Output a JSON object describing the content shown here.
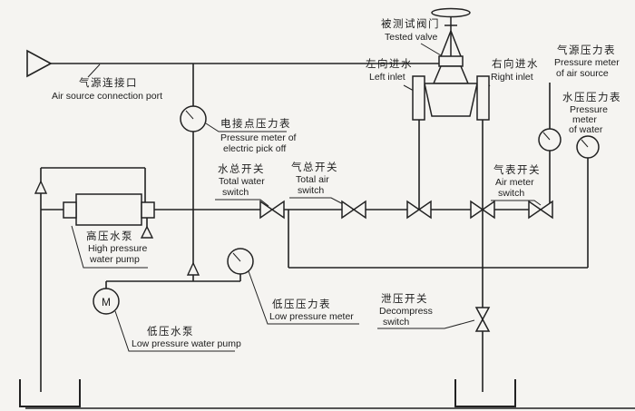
{
  "colors": {
    "line": "#222222",
    "background": "#f5f4f1"
  },
  "labels": {
    "air_source_connection": {
      "cn": "气源连接口",
      "en": "Air source connection port"
    },
    "electric_pickoff_gauge": {
      "cn": "电接点压力表",
      "en_line1": "Pressure meter of",
      "en_line2": "electric pick off"
    },
    "total_water_switch": {
      "cn": "水总开关",
      "en_line1": "Total water",
      "en_line2": "switch"
    },
    "total_air_switch": {
      "cn": "气总开关",
      "en_line1": "Total air",
      "en_line2": "switch"
    },
    "tested_valve": {
      "cn": "被测试阀门",
      "en": "Tested valve"
    },
    "left_inlet": {
      "cn": "左向进水",
      "en": "Left inlet"
    },
    "right_inlet": {
      "cn": "右向进水",
      "en": "Right inlet"
    },
    "air_source_gauge": {
      "cn": "气源压力表",
      "en_line1": "Pressure meter",
      "en_line2": "of air source"
    },
    "water_pressure_gauge": {
      "cn": "水压压力表",
      "en_line1": "Pressure",
      "en_line2": "meter",
      "en_line3": "of water"
    },
    "air_meter_switch": {
      "cn": "气表开关",
      "en_line1": "Air meter",
      "en_line2": "switch"
    },
    "high_pressure_pump": {
      "cn": "高压水泵",
      "en_line1": "High pressure",
      "en_line2": "water pump"
    },
    "low_pressure_gauge": {
      "cn": "低压压力表",
      "en": "Low pressure meter"
    },
    "low_pressure_pump": {
      "cn": "低压水泵",
      "en": "Low pressure water pump"
    },
    "decompress_switch": {
      "cn": "泄压开关",
      "en_line1": "Decompress",
      "en_line2": "switch"
    },
    "motor_symbol": "M"
  }
}
